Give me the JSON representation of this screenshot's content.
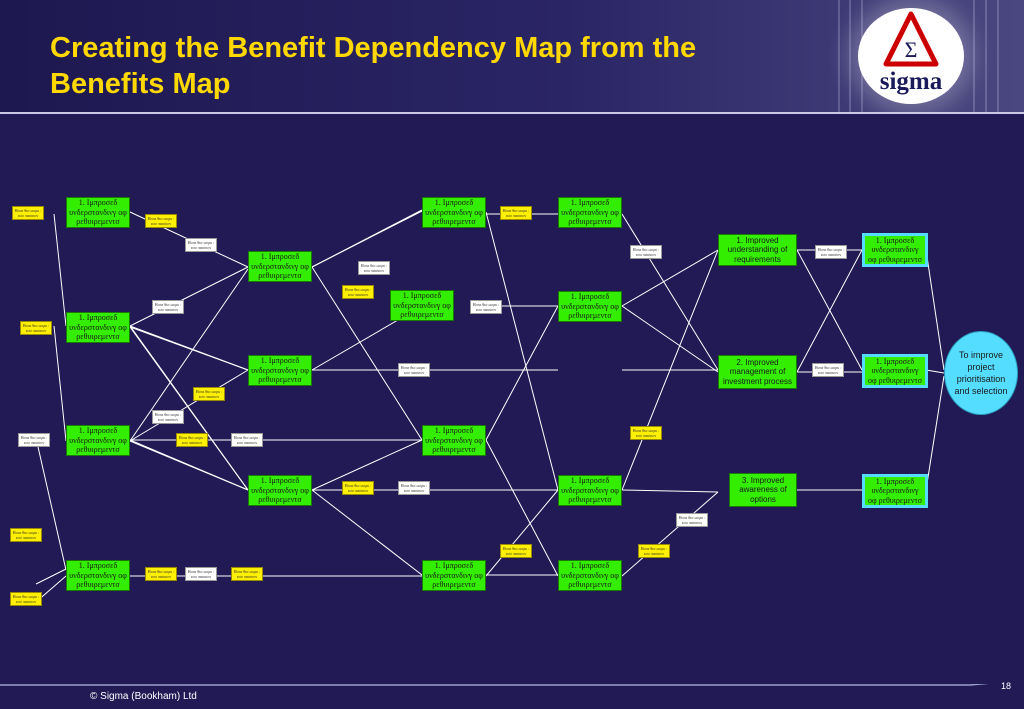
{
  "title": "Creating the Benefit Dependency Map from the Benefits Map",
  "logo": {
    "name": "sigma-logo",
    "text": "sigma",
    "symbol": "Σ",
    "colors": {
      "triangle": "#cc0000",
      "text": "#1a1a5a"
    }
  },
  "footer": {
    "copyright": "© Sigma (Bookham) Ltd",
    "page_number": "18"
  },
  "colors": {
    "background": "#221a55",
    "title": "#ffd800",
    "enabler": "#33ee00",
    "objective": "#55ddff",
    "note": "#ffef00",
    "line": "#ffffff"
  },
  "diagram": {
    "enabler_text": "1. Ιμπροσεδ υνδερστανδινγ οφ ρεθυιρεμεντσ",
    "note_text": "Ηοπε θισ ωορκ : εσσ πασσιον",
    "business_changes": [
      "1. Improved understanding of requirements",
      "2. Improved management of investment process",
      "3. Improved awareness of options"
    ],
    "objective": "To improve project prioritisation and selection"
  }
}
